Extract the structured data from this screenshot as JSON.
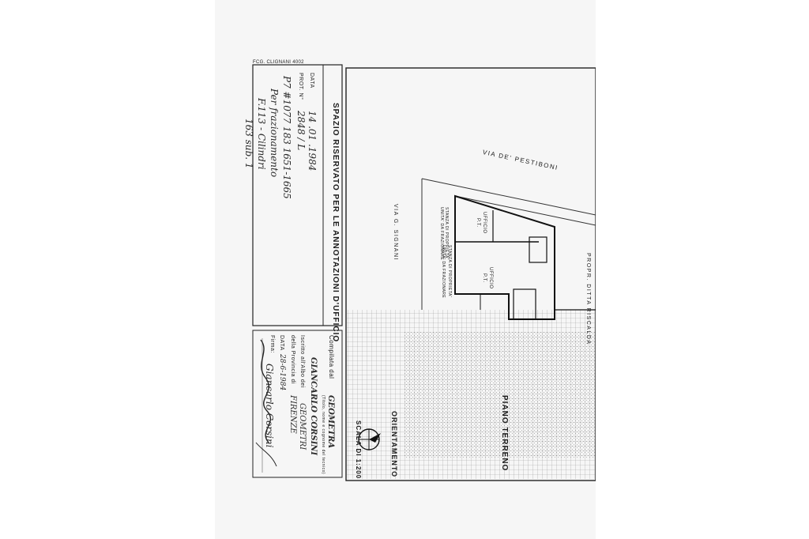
{
  "document": {
    "header_tag": "FCG. CLIGNANI 4002",
    "office_box": {
      "title": "SPAZIO RISERVATO PER LE ANNOTAZIONI D'UFFICIO",
      "data_label": "DATA",
      "data_value": "14 .01 .1984",
      "prot_label": "PROT. N°",
      "prot_value": "2848 / L",
      "note_line1": "P7 #1077 183 1651-1665",
      "note_line2": "Per frazionamento",
      "note_line3": "F.113 - Cilindri",
      "note_line4": "163 sub. 1"
    },
    "signature_box": {
      "compilata_label": "Compilata dal",
      "title_value": "GEOMETRA",
      "subtitle": "(Titolo, nome e cognome del tecnico)",
      "name_value": "GIANCARLO CORSINI",
      "iscritto_label": "Iscritto all'Albo dei",
      "albo_value": "GEOMETRI",
      "provincia_label": "della Provincia di",
      "provincia_value": "FIRENZE",
      "data_label": "DATA",
      "data_value": "28-6-1984",
      "firma_label": "Firma:",
      "firma_value": "Giancarlo Corsini"
    },
    "plan": {
      "street_top": "VIA DE' PESTIBONI",
      "street_left": "VIA G. SIGNANI",
      "street_right": "PROPR. DITTA RISCALDA",
      "room1_label": "UFFICIO",
      "room1_sub": "P.T.",
      "room2_label": "UFFICIO",
      "room2_sub": "P.T.",
      "left_note1": "STANZA DI PROPRIETA'",
      "left_note2": "UNITA' DA FRAZIONARE",
      "middle_note1": "STANZA DI PROPRIETA'",
      "middle_note2": "UNITA' DA FRAZIONARE",
      "floor_label": "PIANO TERRENO",
      "orientation_label": "ORIENTAMENTO",
      "scale_label": "SCALA DI 1:200"
    }
  }
}
